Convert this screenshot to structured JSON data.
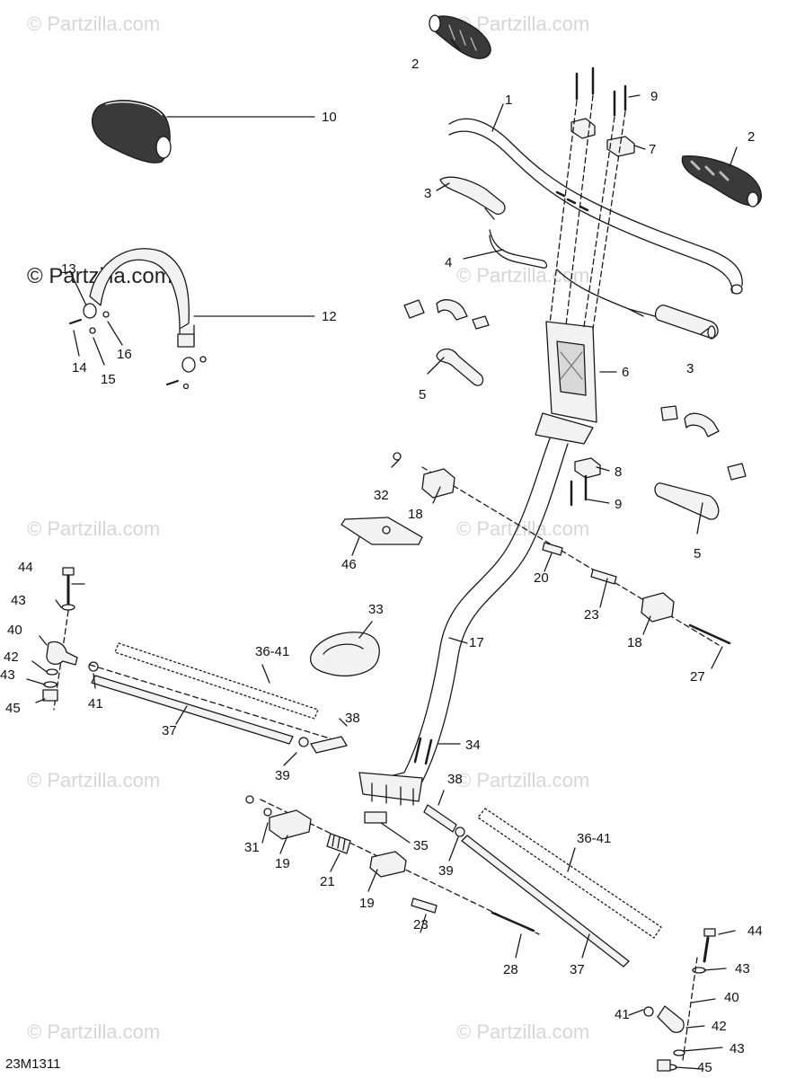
{
  "diagram_code": "23M1311",
  "watermark": "© Partzilla.com",
  "watermark_tiles": [
    "© Partzilla.com",
    "© Partzilla.com",
    "© Partzilla.com",
    "© Partzilla.com",
    "© Partzilla.com",
    "© Partzilla.com",
    "© Partzilla.com",
    "© Partzilla.com",
    "© Partzilla.com",
    "© Partzilla.com"
  ],
  "callouts": [
    "1",
    "2",
    "2",
    "3",
    "3",
    "4",
    "5",
    "5",
    "6",
    "7",
    "8",
    "9",
    "9",
    "10",
    "12",
    "13",
    "14",
    "15",
    "16",
    "17",
    "18",
    "18",
    "19",
    "19",
    "20",
    "21",
    "23",
    "23",
    "27",
    "28",
    "31",
    "32",
    "33",
    "34",
    "35",
    "36-41",
    "36-41",
    "37",
    "37",
    "38",
    "38",
    "39",
    "39",
    "40",
    "40",
    "41",
    "41",
    "42",
    "42",
    "43",
    "43",
    "43",
    "43",
    "44",
    "44",
    "45",
    "45",
    "46"
  ],
  "colors": {
    "line": "#1a1a1a",
    "part_fill": "#f2f2f2",
    "part_dark": "#3a3a3a",
    "watermark": "#d6d6d6"
  }
}
